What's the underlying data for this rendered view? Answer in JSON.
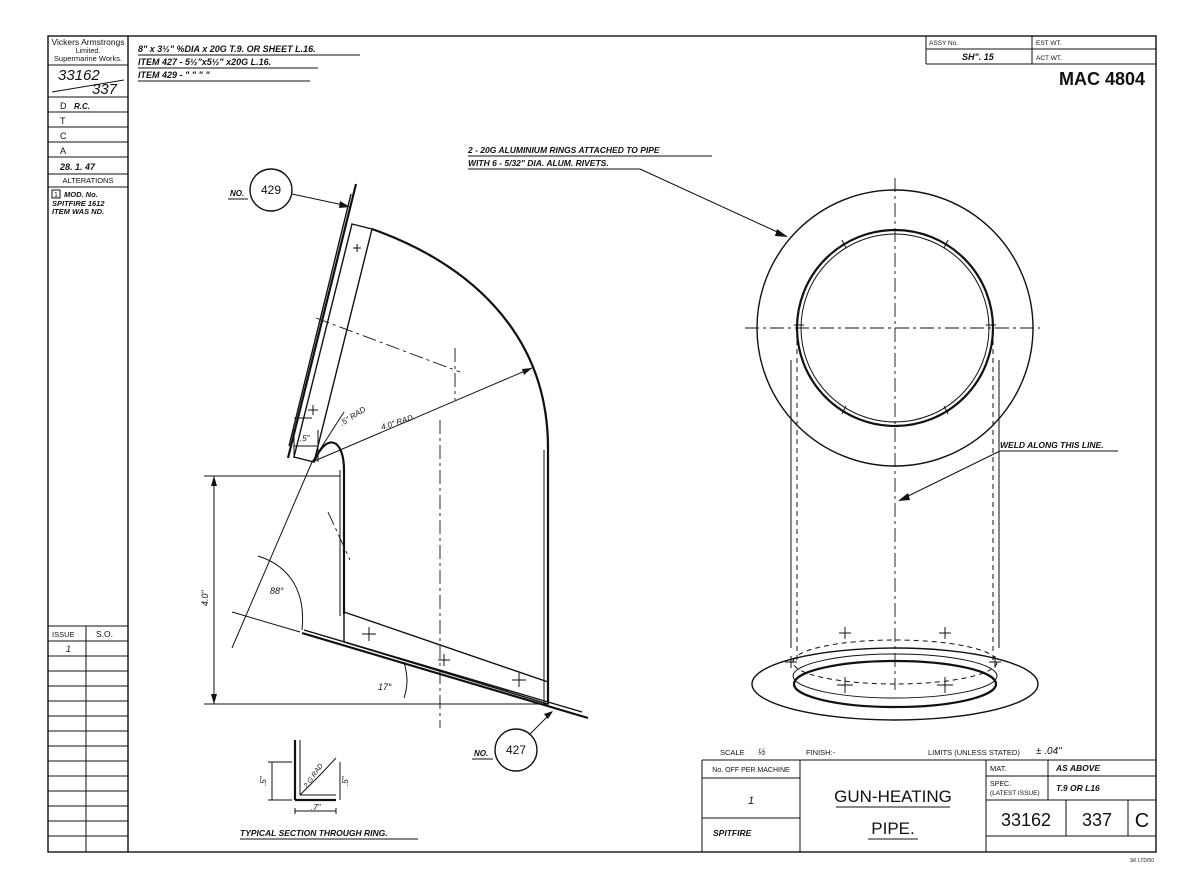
{
  "title_block_left": {
    "company": [
      "Vickers Armstrongs",
      "Limited.",
      "Supermarine Works."
    ],
    "drawing_no": "33162",
    "sheet_ref": "337",
    "rows": [
      {
        "label": "D",
        "value": "R.C."
      },
      {
        "label": "T",
        "value": ""
      },
      {
        "label": "C",
        "value": ""
      },
      {
        "label": "A",
        "value": ""
      }
    ],
    "date": "28. 1. 47",
    "alterations_label": "ALTERATIONS",
    "alteration_mark": "1",
    "alteration_text": [
      "MOD. No.",
      "SPITFIRE 1612",
      "ITEM WAS ND."
    ],
    "issue_header": "ISSUE",
    "so_header": "S.O.",
    "issues": [
      "1"
    ]
  },
  "material_notes": [
    "8\" x 3½\" %DIA x 20G T.9. OR SHEET L.16.",
    "ITEM 427 - 5½\"x5½\" x20G L.16.",
    "ITEM 429 -   \"     \"     \"     \""
  ],
  "header_right": {
    "assy_no_label": "ASSY No.",
    "assy_no_value": "SH\". 15",
    "est_wt_label": "EST WT.",
    "act_wt_label": "ACT WT.",
    "mac_number": "MAC 4804"
  },
  "annotations": {
    "rings_note": [
      "2 - 20G ALUMINIUM RINGS ATTACHED TO PIPE",
      "WITH 6 - 5/32\" DIA. ALUM. RIVETS."
    ],
    "item_429_prefix": "NO.",
    "item_429": "429",
    "item_427_prefix": "NO.",
    "item_427": "427",
    "rad_small": ".5\" RAD",
    "rad_large": "4.0\" RAD.",
    "dim_half": ".5\"",
    "dim_height": "4.0\"",
    "angle_88": "88°",
    "angle_17": "17°",
    "weld_note": "WELD ALONG THIS LINE.",
    "section_dim_v1": ".5\"",
    "section_dim_rad": ".2 G RAD",
    "section_dim_v2": ".5\"",
    "section_dim_h": ".7\"",
    "section_caption": "TYPICAL SECTION THROUGH RING."
  },
  "title_block_bottom": {
    "scale_label": "SCALE",
    "scale_value": "½",
    "finish_label": "FINISH:-",
    "limits_label": "LIMITS (UNLESS STATED)",
    "limits_value": "± .04\"",
    "no_off_label": "No. OFF PER MACHINE",
    "no_off_value": "1",
    "machine": "SPITFIRE",
    "title_line1": "GUN-HEATING",
    "title_line2": "PIPE.",
    "mat_label": "MAT.",
    "mat_value": "AS ABOVE",
    "spec_label1": "SPEC.",
    "spec_label2": "(LATEST ISSUE)",
    "spec_value": "T.9 OR L16",
    "drawing_no": "33162",
    "part_no": "337",
    "issue_letter": "C",
    "printer_mark": "SK LTD/50"
  }
}
